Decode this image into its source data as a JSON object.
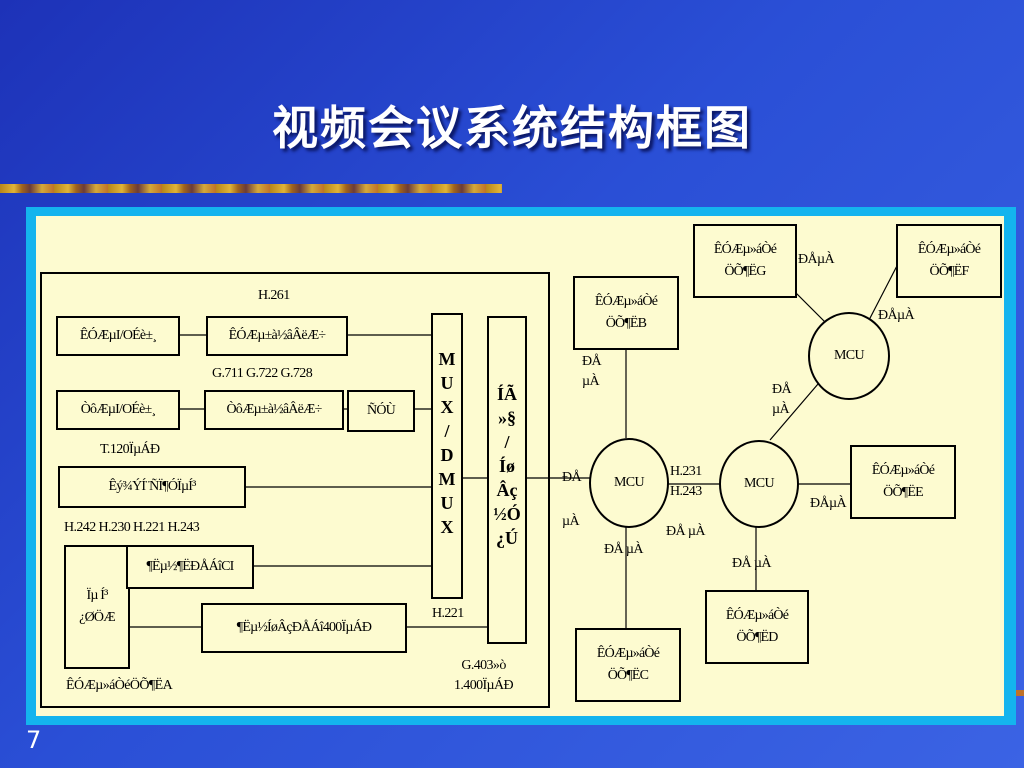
{
  "title": "视频会议系统结构框图",
  "page_number": "7",
  "terminal_a": {
    "caption": "ÊÓÆµ»áÒéÖÕ¶ËA",
    "video_io": "ÊÓÆµI/OÉè±¸",
    "video_codec": "ÊÓÆµ±à½âÂëÆ÷",
    "label_h261": "H.261",
    "audio_io": "ÒôÆµI/OÉè±¸",
    "audio_codec": "ÒôÆµ±à½âÂëÆ÷",
    "delay": "ÑÓÙ",
    "label_g7xx": "G.711  G.722  G.728",
    "label_t120": "T.120ÏµÁÐ",
    "data_app": "Êý¾ÝÍ¨ÑÏ¶ÓÏµÍ³",
    "label_h242": "H.242  H.230  H.221 H.243",
    "sys_control": "Ïµ Í³\n¿ØÖÆ",
    "end_network_signal": "¶Ëµ½¶ËÐÅÁîCI",
    "network_signal": "¶Ëµ½ÍøÂçÐÅÁî400ÏµÁÐ",
    "label_h221": "H.221",
    "label_g403": "G.403»ò\n1.400ÏµÁÐ",
    "mux": "M\nU\nX\n/\nD\nM\nU\nX",
    "network_interface": "ÍÃ\n»§\n/\nÍø\nÂç\n½Ó\n¿Ú"
  },
  "terminals": {
    "b": "ÊÓÆµ»áÒé\nÖÕ¶ËB",
    "c": "ÊÓÆµ»áÒé\nÖÕ¶ËC",
    "d": "ÊÓÆµ»áÒé\nÖÕ¶ËD",
    "e": "ÊÓÆµ»áÒé\nÖÕ¶ËE",
    "f": "ÊÓÆµ»áÒé\nÖÕ¶ËF",
    "g": "ÊÓÆµ»áÒé\nÖÕ¶ËG"
  },
  "mcu": {
    "left": "MCU",
    "center": "MCU",
    "top": "MCU"
  },
  "link_labels": {
    "xinDao_vertical_b": "ÐÅ\nµÀ",
    "xinDao_vertical_a": "ÐÅ\nµÀ",
    "xinDao_vertical_mid": "ÐÅ\nµÀ",
    "xinDao_g": "ÐÅµÀ",
    "xinDao_f": "ÐÅµÀ",
    "xinDao_e": "ÐÅµÀ",
    "xinDao_c": "ÐÅ µÀ",
    "xinDao_center": "ÐÅ µÀ",
    "xinDao_d": "ÐÅ µÀ",
    "h231_h243": "H.231\nH.243"
  }
}
